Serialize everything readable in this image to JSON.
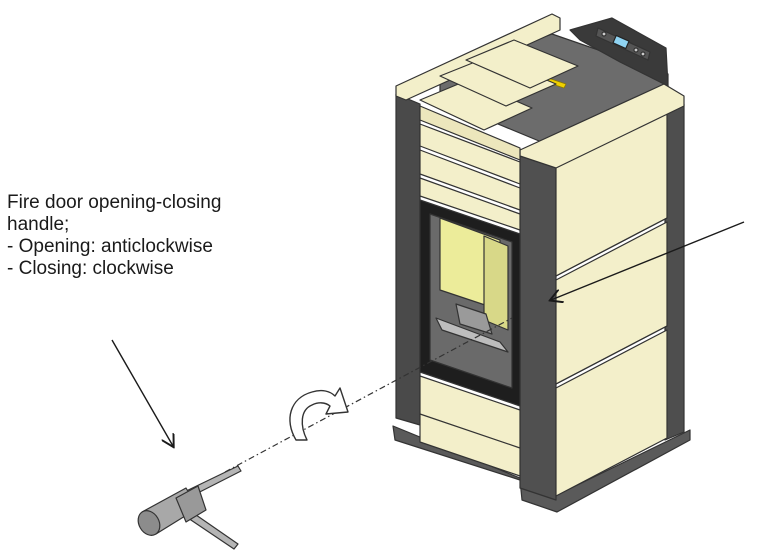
{
  "caption": {
    "line1": "Fire door opening-closing",
    "line2": "handle;",
    "line3": "- Opening: anticlockwise",
    "line4": "- Closing: clockwise"
  },
  "colors": {
    "panel_cream": "#f3efca",
    "panel_shade": "#e6e0b2",
    "frame_dark": "#4b4b4b",
    "frame_mid": "#777777",
    "top_dark": "#6a6a6a",
    "glass_yellow": "#ecec9a",
    "control_screen": "#8fd3f2",
    "logo_yellow": "#f0d000",
    "handle_grey": "#9a9a9a",
    "line": "#1a1a1a"
  },
  "icons": [
    "rotation-arrow-icon",
    "pointer-arrow",
    "handle-part",
    "control-panel"
  ]
}
